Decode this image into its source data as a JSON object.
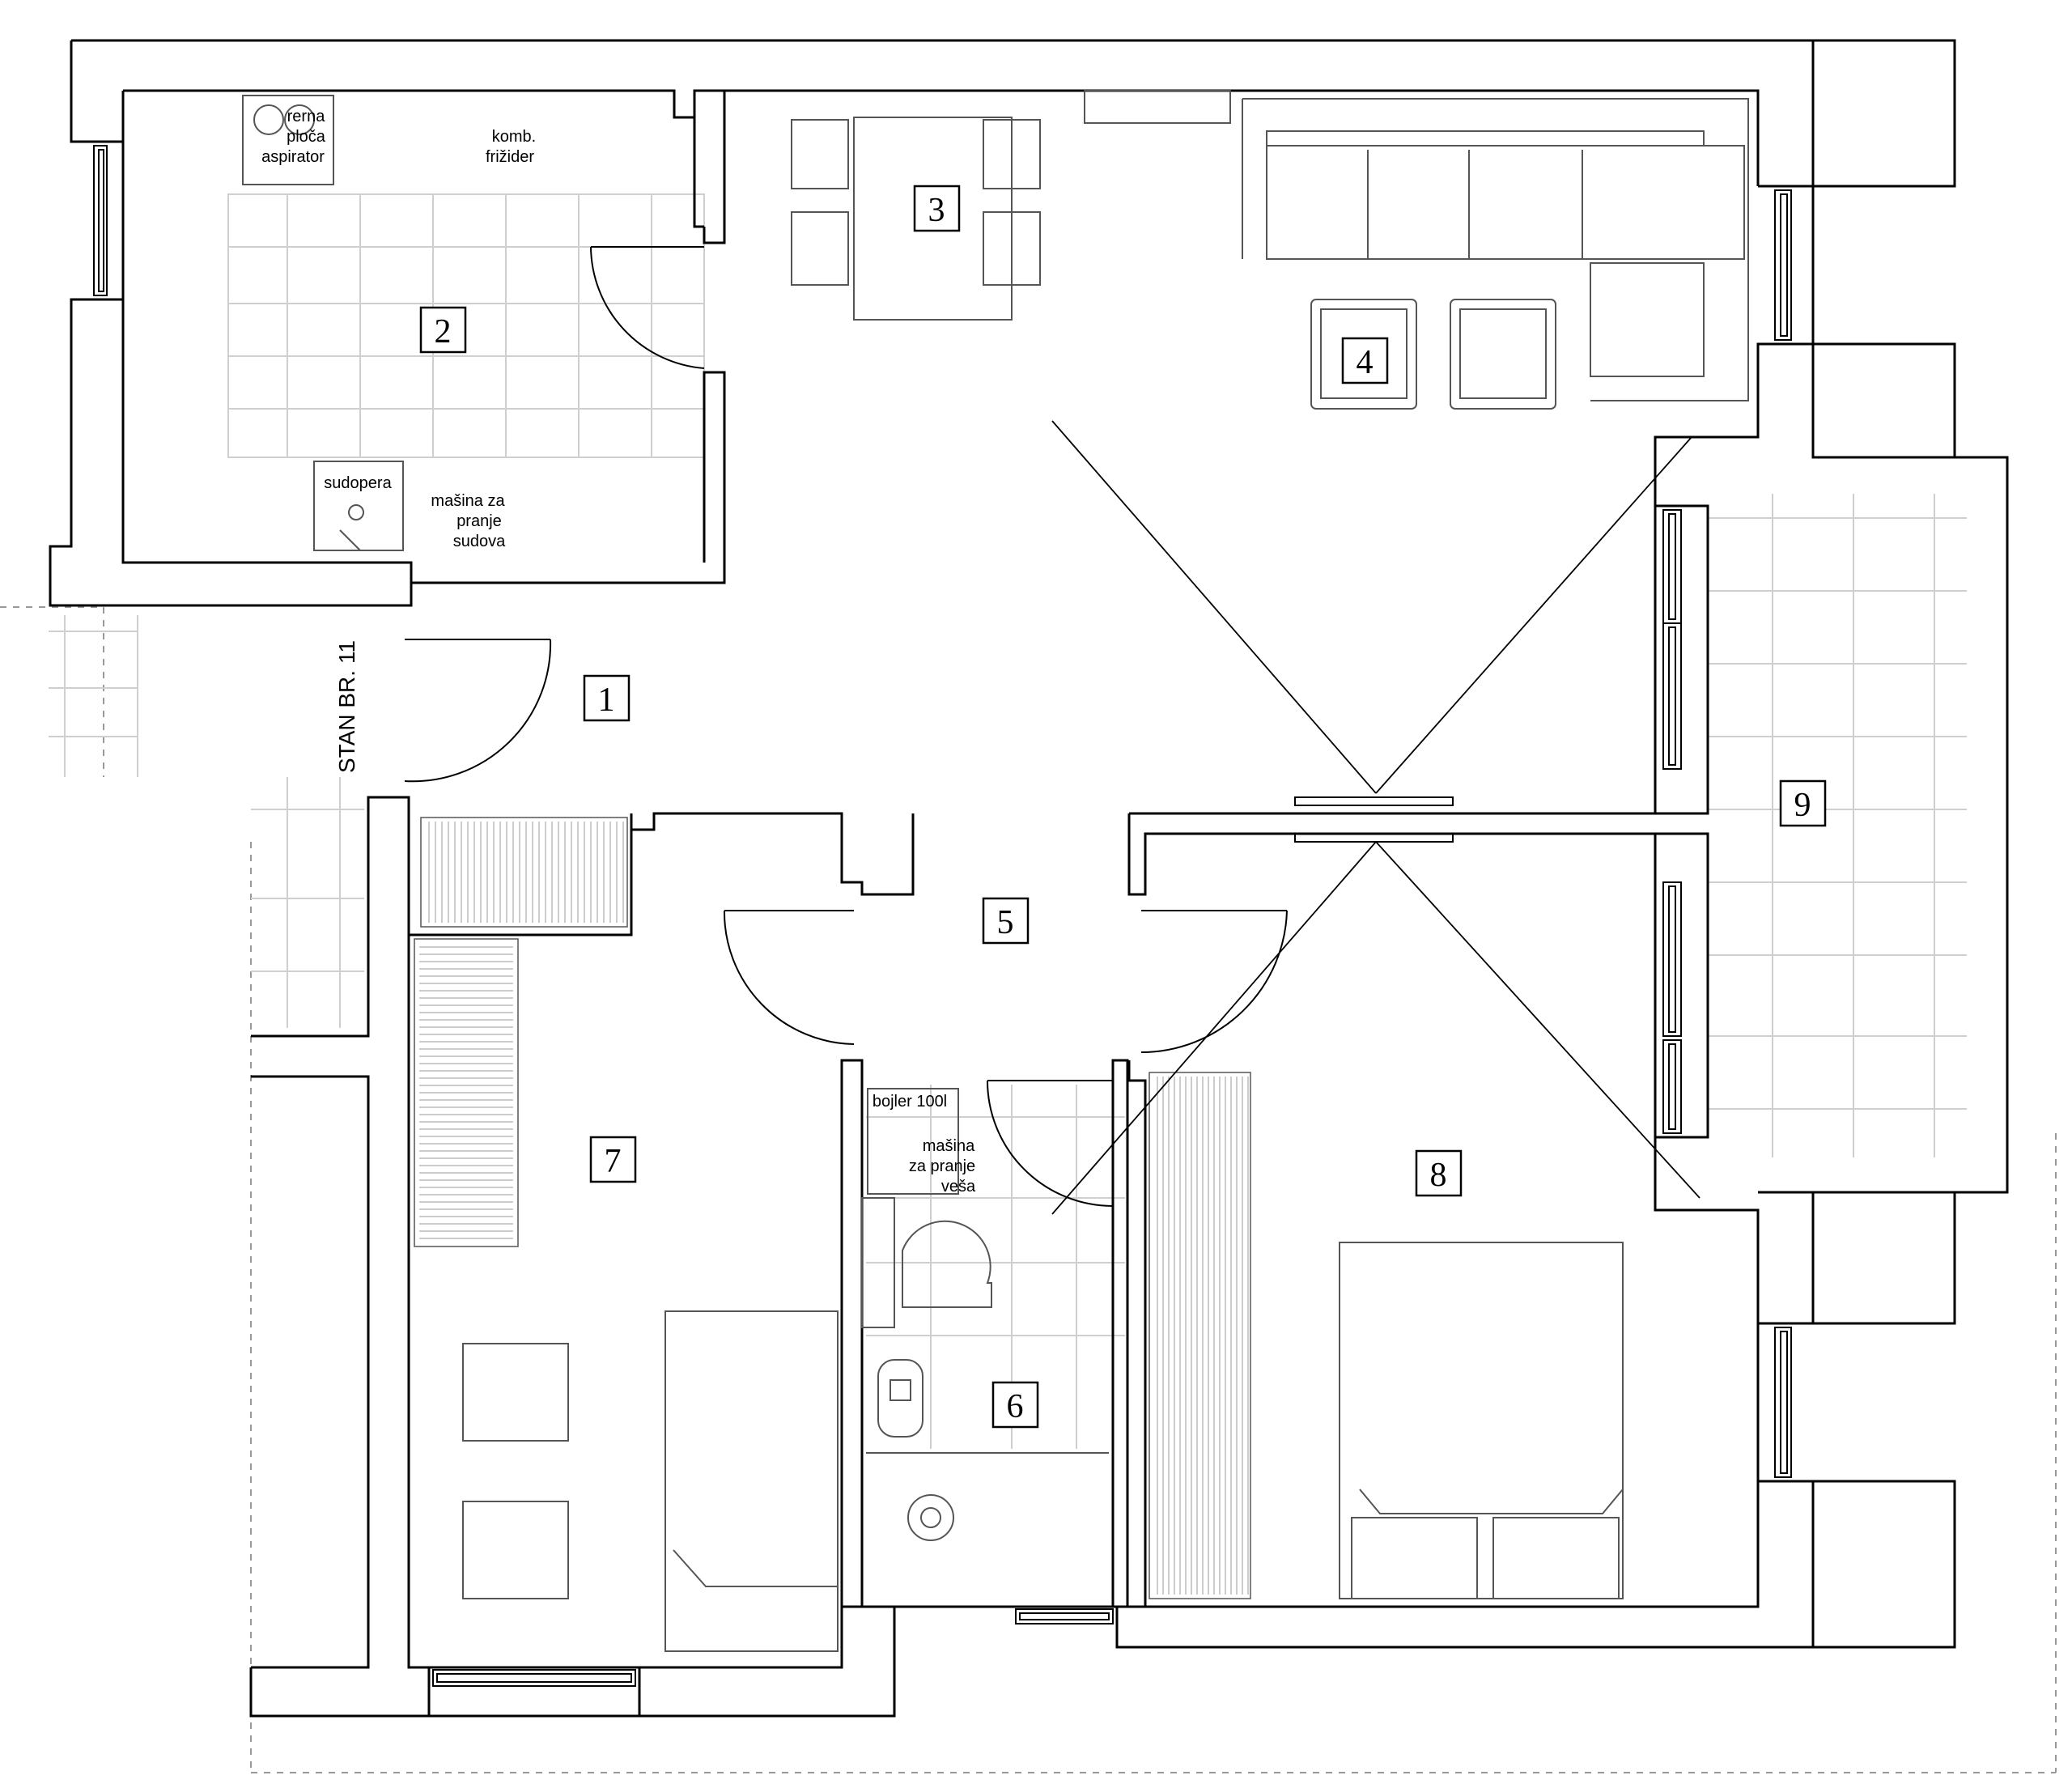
{
  "plan": {
    "neighbor_label": "STAN BR. 11",
    "rooms": [
      {
        "id": "room-1",
        "number": "1"
      },
      {
        "id": "room-2",
        "number": "2"
      },
      {
        "id": "room-3",
        "number": "3"
      },
      {
        "id": "room-4",
        "number": "4"
      },
      {
        "id": "room-5",
        "number": "5"
      },
      {
        "id": "room-6",
        "number": "6"
      },
      {
        "id": "room-7",
        "number": "7"
      },
      {
        "id": "room-8",
        "number": "8"
      },
      {
        "id": "room-9",
        "number": "9"
      }
    ],
    "annotations": {
      "stove_line1": "rerna",
      "stove_line2": "ploča",
      "stove_line3": "aspirator",
      "fridge_line1": "komb.",
      "fridge_line2": "frižider",
      "sink": "sudopera",
      "dishwasher_line1": "mašina za",
      "dishwasher_line2": "pranje",
      "dishwasher_line3": "sudova",
      "boiler": "bojler 100l",
      "washer_line1": "mašina",
      "washer_line2": "za pranje",
      "washer_line3": "veša"
    },
    "colors": {
      "ink": "#000000",
      "thin": "#888888",
      "grid": "#cccccc",
      "paper": "#ffffff"
    }
  }
}
